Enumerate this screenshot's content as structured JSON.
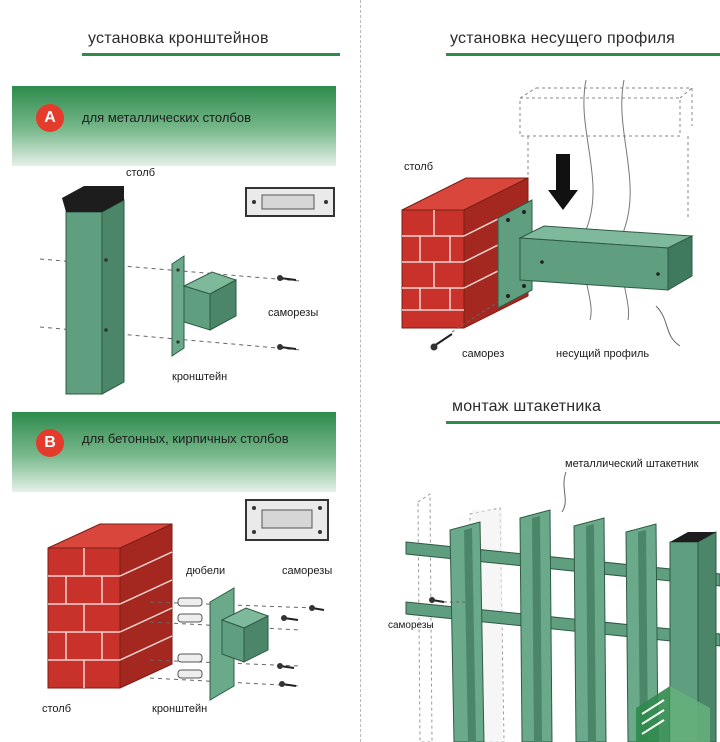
{
  "left": {
    "title": "установка кронштейнов",
    "section_a": {
      "badge": "A",
      "label": "для металлических столбов",
      "labels": {
        "post": "столб",
        "screws": "саморезы",
        "bracket": "кронштейн"
      }
    },
    "section_b": {
      "badge": "B",
      "label": "для бетонных, кирпичных столбов",
      "labels": {
        "dowels": "дюбели",
        "screws": "саморезы",
        "post": "столб",
        "bracket": "кронштейн"
      }
    }
  },
  "right": {
    "profile": {
      "title": "установка несущего профиля",
      "labels": {
        "post": "столб",
        "screw": "саморез",
        "profile": "несущий профиль"
      }
    },
    "picket": {
      "title": "монтаж штакетника",
      "labels": {
        "picket": "металлический штакетник",
        "screws": "саморезы"
      }
    }
  },
  "colors": {
    "accent_green": "#2f8a4c",
    "metal_green": "#5f9e7e",
    "brick_red": "#c8322a",
    "badge_red": "#e53b2c"
  }
}
